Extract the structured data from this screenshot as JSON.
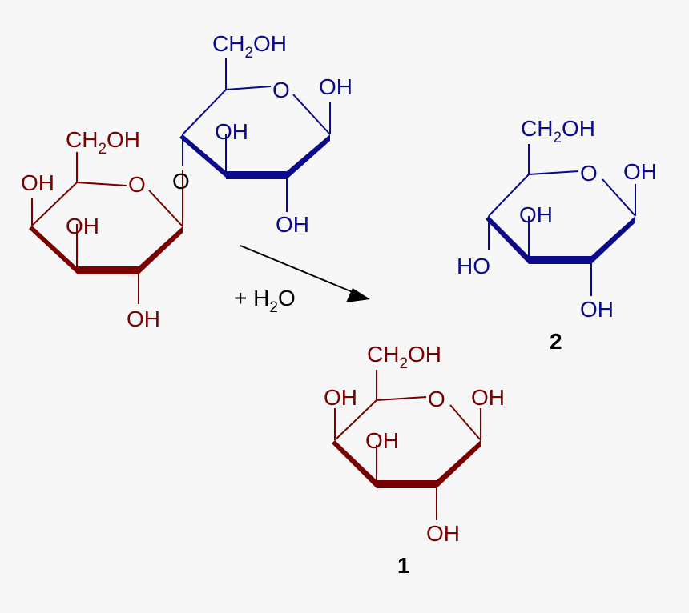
{
  "colors": {
    "galactose": "#7a0000",
    "glucose": "#0a0a8a",
    "reaction": "#000000"
  },
  "reactant": {
    "galactose_unit": {
      "ch2oh": [
        "CH",
        "2",
        "OH"
      ],
      "oh_c4": "OH",
      "oh_c3": "OH",
      "oh_c2": "OH",
      "ring_o": "O"
    },
    "glycosidic_o": "O",
    "glucose_unit": {
      "ch2oh": [
        "CH",
        "2",
        "OH"
      ],
      "oh_c1": "OH",
      "oh_c3": "OH",
      "oh_c2": "OH",
      "ring_o": "O"
    }
  },
  "reaction": {
    "plus": "+ H",
    "sub": "2",
    "tail": "O"
  },
  "product_1": {
    "label": "1",
    "ch2oh": [
      "CH",
      "2",
      "OH"
    ],
    "oh_c4": "OH",
    "oh_c1": "OH",
    "oh_c3": "OH",
    "oh_c2": "OH",
    "ring_o": "O"
  },
  "product_2": {
    "label": "2",
    "ch2oh": [
      "CH",
      "2",
      "OH"
    ],
    "oh_c1": "OH",
    "oh_c3": "OH",
    "oh_c4": "HO",
    "oh_c2": "OH",
    "ring_o": "O"
  }
}
